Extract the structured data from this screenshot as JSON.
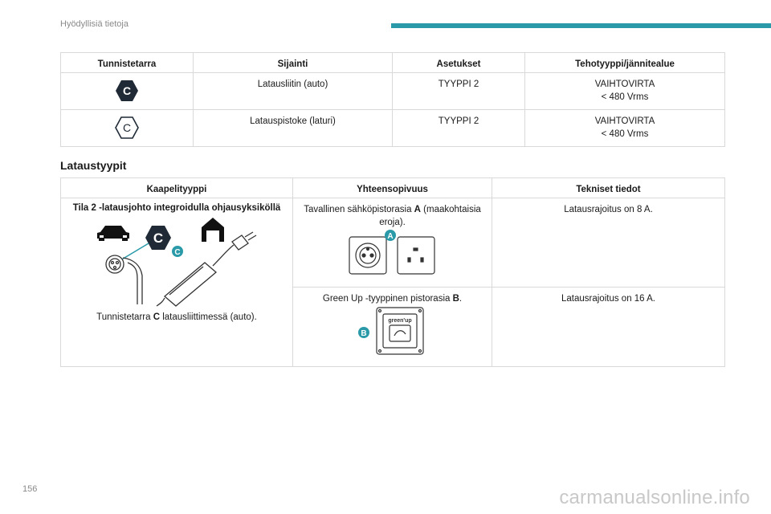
{
  "header": {
    "section_title": "Hyödyllisiä tietoja"
  },
  "identifier_table": {
    "headers": [
      "Tunnistetarra",
      "Sijainti",
      "Asetukset",
      "Tehotyyppi/jännitealue"
    ],
    "rows": [
      {
        "label_letter": "C",
        "label_style": "filled",
        "location": "Latausliitin (auto)",
        "settings": "TYYPPI 2",
        "power_line1": "VAIHTOVIRTA",
        "power_line2": "< 480 Vrms"
      },
      {
        "label_letter": "C",
        "label_style": "outline",
        "location": "Latauspistoke (laturi)",
        "settings": "TYYPPI 2",
        "power_line1": "VAIHTOVIRTA",
        "power_line2": "< 480 Vrms"
      }
    ]
  },
  "charging_section": {
    "title": "Lataustyypit"
  },
  "charging_table": {
    "headers": [
      "Kaapelityyppi",
      "Yhteensopivuus",
      "Tekniset tiedot"
    ],
    "cable_title": "Tila 2 -latausjohto integroidulla ohjausyksiköllä",
    "cable_caption_pre": "Tunnistetarra ",
    "cable_caption_bold": "C",
    "cable_caption_post": " latausliittimessä (auto).",
    "illustration_letter": "C",
    "rows": [
      {
        "compat_pre": "Tavallinen sähköpistorasia ",
        "compat_bold": "A",
        "compat_post": " (maakohtaisia eroja).",
        "tech": "Latausrajoitus on 8 A.",
        "badge": "A"
      },
      {
        "compat_pre": "Green Up -tyyppinen pistorasia ",
        "compat_bold": "B",
        "compat_post": ".",
        "tech": "Latausrajoitus on 16 A.",
        "badge": "B",
        "socket_text": "green'up"
      }
    ]
  },
  "footer": {
    "page_number": "156",
    "watermark": "carmanualsonline.info"
  },
  "colors": {
    "accent": "#2a9aa8",
    "label_dark": "#1f2a36",
    "border": "#d9d9d9"
  }
}
